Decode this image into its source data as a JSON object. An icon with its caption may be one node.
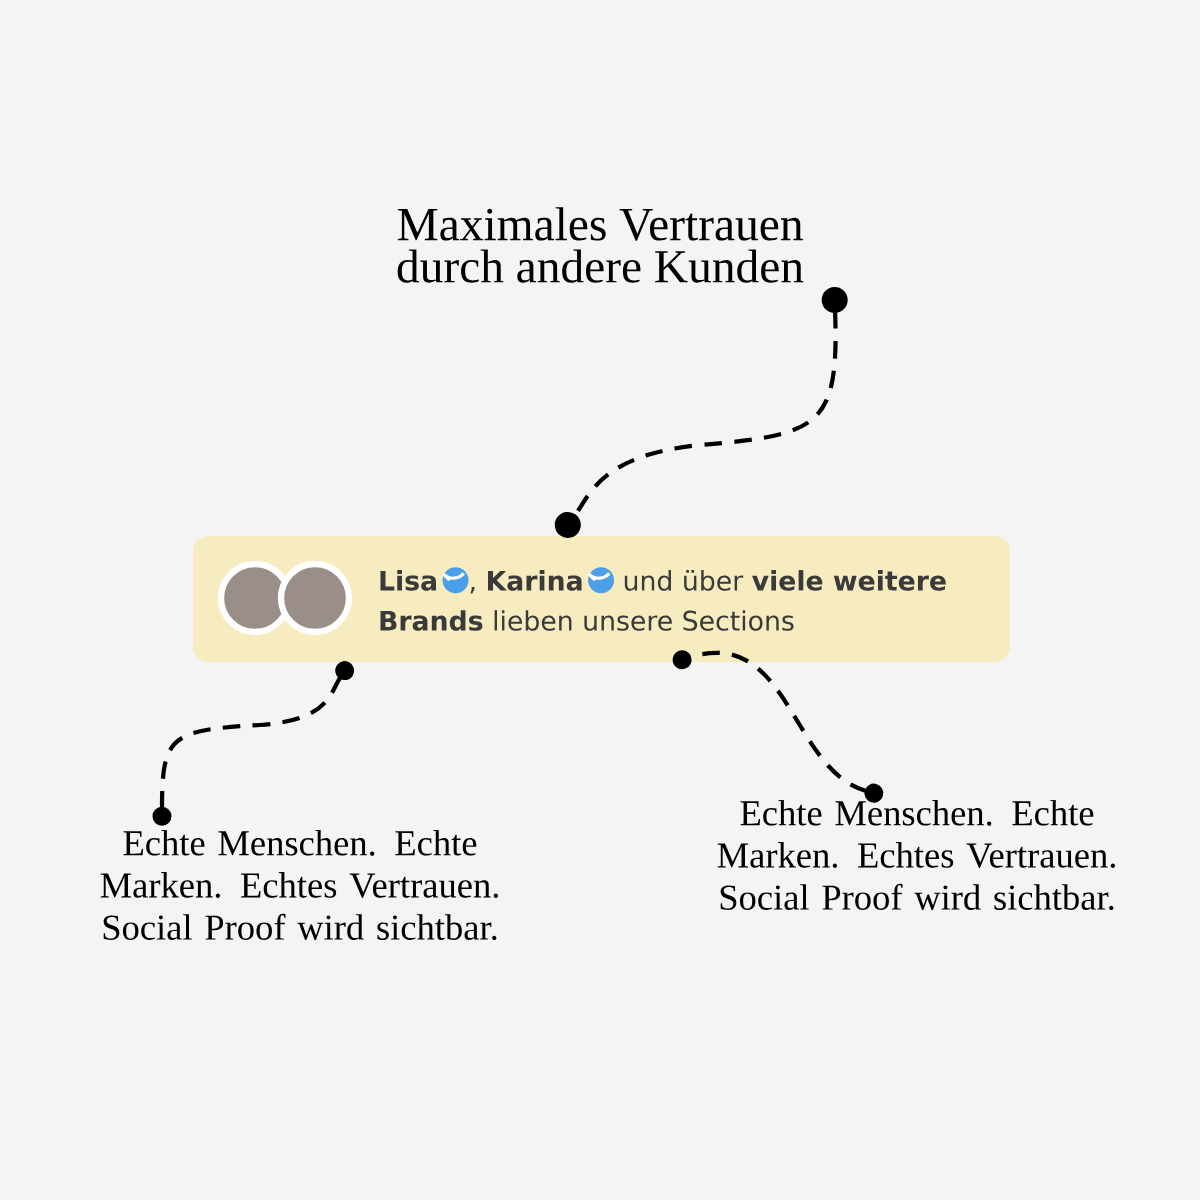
{
  "diagram": {
    "nodes": [
      {
        "text": [
          "Maximales Vertrauen durch andere Kunden"
        ]
      },
      {
        "text": [
          "Lisa",
          ", **Karina**",
          "und über **viele weitere Brands** lieben unsere Sections"
        ]
      },
      {
        "text": [
          "Echte Menschen. Echte Marken. Echtes Vertrauen. Social Proof wird sichtbar."
        ]
      },
      {
        "text": [
          "Echte Menschen. Echte Marken. Echtes Vertrauen. Social Proof wird sichtbar."
        ]
      }
    ],
    "edges": [
      {
        "from": 0,
        "to": 1,
        "arrow": "other",
        "style": "dashed"
      },
      {
        "from": 2,
        "to": 1,
        "arrow": "other",
        "style": "dashed"
      },
      {
        "from": 3,
        "to": 1,
        "arrow": "other",
        "style": "dashed"
      }
    ]
  }
}
